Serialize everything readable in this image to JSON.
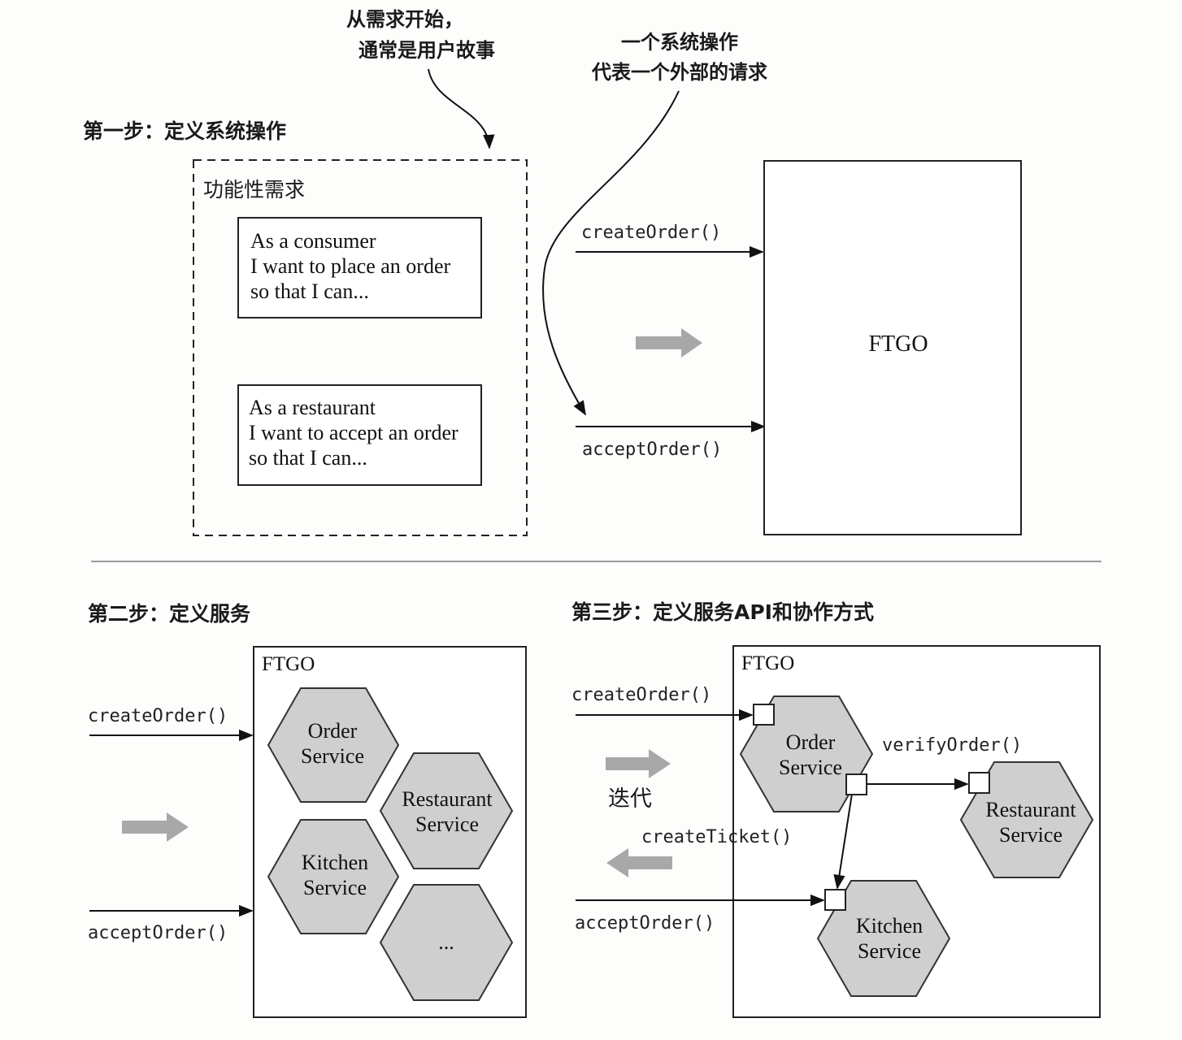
{
  "callouts": {
    "requirements_note": [
      "从需求开始，",
      "通常是用户故事"
    ],
    "system_operation_note": [
      "一个系统操作",
      "代表一个外部的请求"
    ]
  },
  "step1": {
    "title": "第一步：定义系统操作",
    "requirements_title": "功能性需求",
    "story1": [
      "As a consumer",
      "I want to place an order",
      "so that I can..."
    ],
    "story2": [
      "As a restaurant",
      "I want to accept an order",
      "so that I can..."
    ],
    "op_create": "createOrder()",
    "op_accept": "acceptOrder()",
    "system_name": "FTGO"
  },
  "step2": {
    "title": "第二步：定义服务",
    "container": "FTGO",
    "op_create": "createOrder()",
    "op_accept": "acceptOrder()",
    "services": {
      "order": [
        "Order",
        "Service"
      ],
      "restaurant": [
        "Restaurant",
        "Service"
      ],
      "kitchen": [
        "Kitchen",
        "Service"
      ],
      "more": "..."
    }
  },
  "step3": {
    "title": "第三步：定义服务API和协作方式",
    "container": "FTGO",
    "op_create": "createOrder()",
    "op_accept": "acceptOrder()",
    "op_verify": "verifyOrder()",
    "op_ticket": "createTicket()",
    "iterate_label": "迭代",
    "services": {
      "order": [
        "Order",
        "Service"
      ],
      "restaurant": [
        "Restaurant",
        "Service"
      ],
      "kitchen": [
        "Kitchen",
        "Service"
      ]
    }
  }
}
